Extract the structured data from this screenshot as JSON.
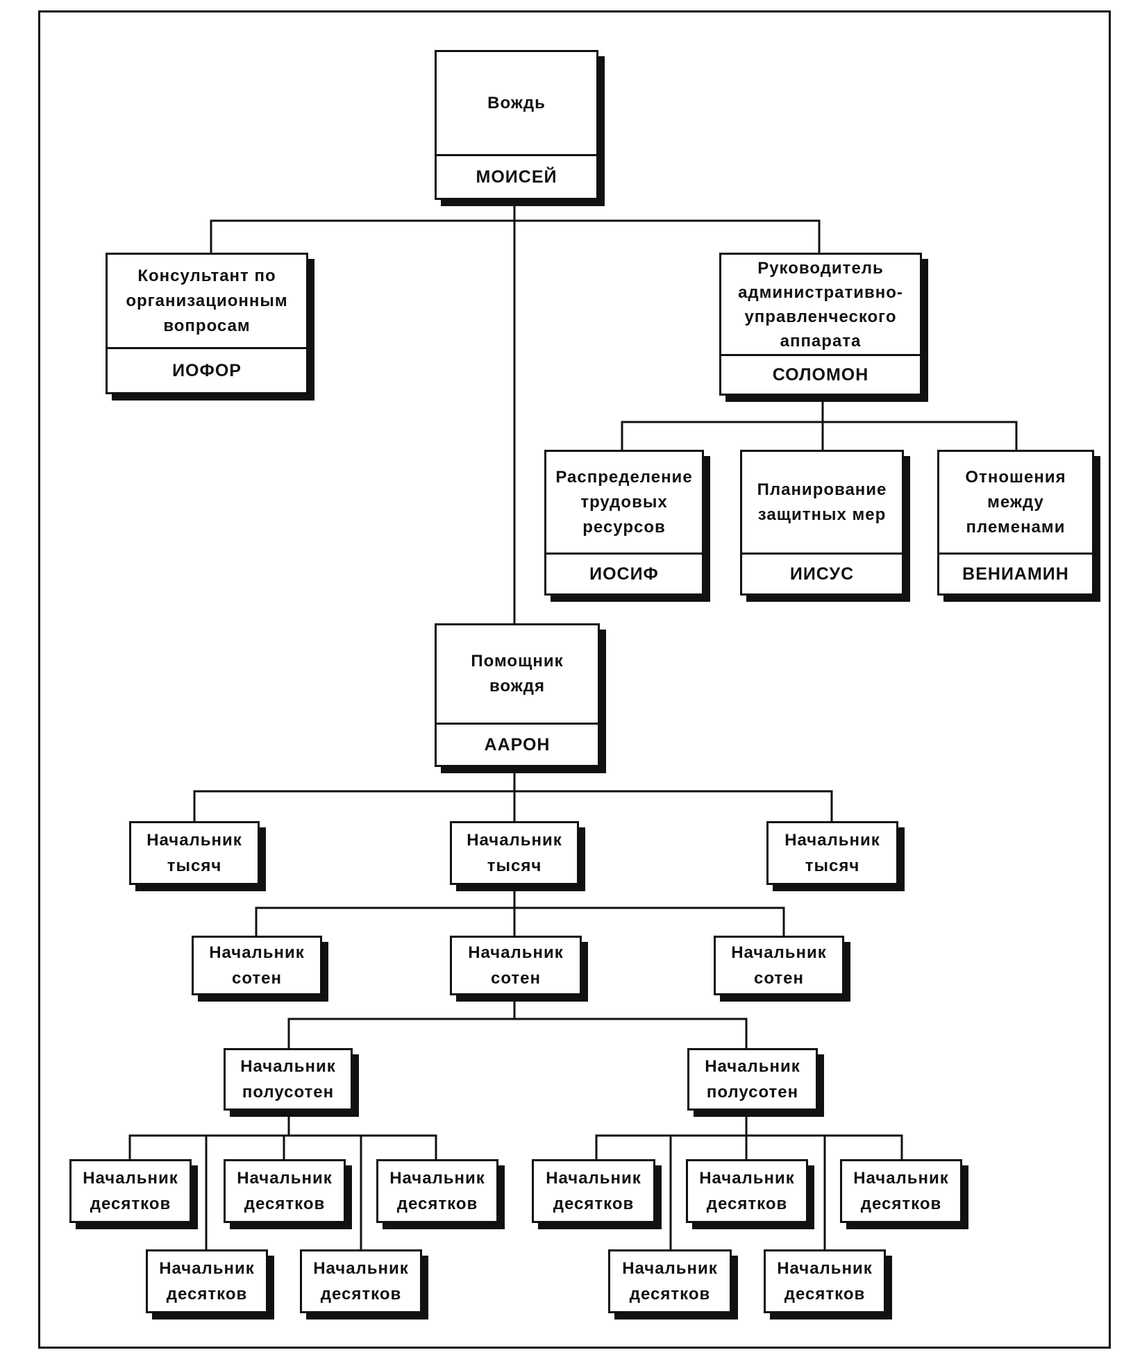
{
  "leader": {
    "role": "Вождь",
    "name": "МОИСЕЙ"
  },
  "consultant": {
    "role": "Консультант по организационным вопросам",
    "name": "ИОФОР"
  },
  "admin_head": {
    "role": "Руководитель административно-управленческого аппарата",
    "name": "СОЛОМОН"
  },
  "labor": {
    "role": "Распределение трудовых ресурсов",
    "name": "ИОСИФ"
  },
  "defense": {
    "role": "Планирование защитных мер",
    "name": "ИИСУС"
  },
  "tribes": {
    "role": "Отношения между племенами",
    "name": "ВЕНИАМИН"
  },
  "assistant": {
    "role": "Помощник вождя",
    "name": "ААРОН"
  },
  "thousands": {
    "role": "Начальник тысяч"
  },
  "hundreds": {
    "role": "Начальник сотен"
  },
  "fifties": {
    "role": "Начальник полусотен"
  },
  "tens": {
    "role": "Начальник десятков"
  }
}
